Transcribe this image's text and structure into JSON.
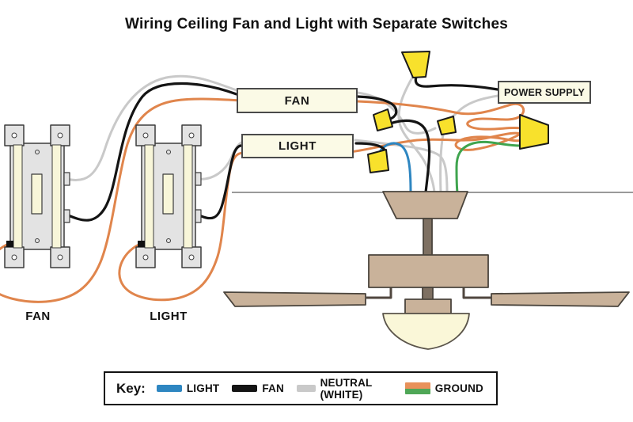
{
  "title": "Wiring Ceiling Fan and Light with Separate Switches",
  "cable_labels": {
    "fan": "FAN",
    "light": "LIGHT",
    "power": "POWER SUPPLY"
  },
  "switch_labels": {
    "fan_switch": "FAN",
    "light_switch": "LIGHT"
  },
  "key": {
    "heading": "Key:",
    "items": [
      {
        "label": "LIGHT",
        "color": "#2e86c1"
      },
      {
        "label": "FAN",
        "color": "#141414"
      },
      {
        "label": "NEUTRAL (WHITE)",
        "color": "#c9c9c9"
      },
      {
        "label": "GROUND",
        "colors": [
          "#e8915a",
          "#4fa757"
        ]
      }
    ]
  },
  "wire_colors": {
    "light": "#2e86c1",
    "fan_hot": "#141414",
    "neutral": "#c9c9c9",
    "ground": "#e0854c",
    "ground_green": "#3fa44e"
  },
  "components": {
    "switches": [
      "fan wall switch",
      "light wall switch"
    ],
    "wire_connectors": 5,
    "fixture": "ceiling fan with light"
  }
}
